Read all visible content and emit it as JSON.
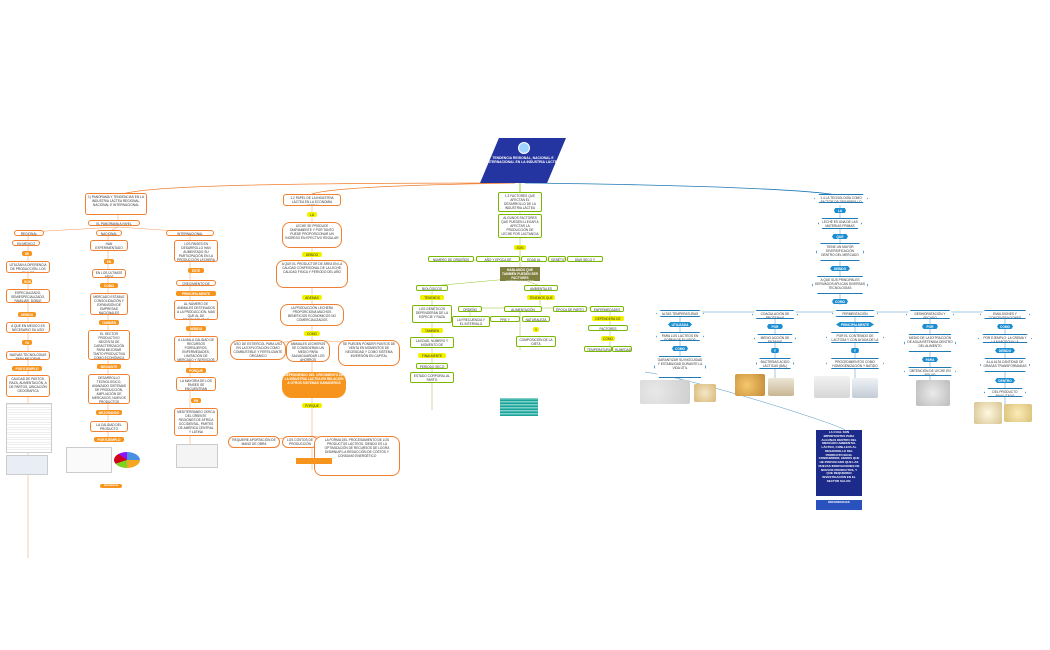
{
  "root": {
    "title": "TENDENCIA REGIONAL, NACIONAL E INTERNACIONAL EN LA INDUSTRIA LÁCTEA"
  },
  "colors": {
    "orange": "#f08030",
    "green": "#7ab800",
    "teal": "#1aa39a",
    "blue": "#1f7ab5",
    "navy": "#1c2b8a"
  },
  "b1": {
    "header": "1) PANORAMA Y TENDENCIAS EN LA INDUSTRIA LÁCTEA REGIONAL, NACIONAL E INTERNACIONAL",
    "sub": "EL PANORAMA A NIVEL",
    "regional": "REGIONAL",
    "nacional": "NACIONAL",
    "internacional": "INTERNACIONAL",
    "r1": "EN MEXICO",
    "r2": "SE",
    "r3": "UTILIZAN A DIFERENCIA DE PRODUCCIÓN, LOS CUALES",
    "r4": "SON",
    "r5": "ESPECIALIZADO, SEMIESPECIALIZADO, FAMILIAR, DOBLE PROPÓSITO",
    "r6": "DEBIDO",
    "r7": "A QUE EN MEXICO ES NECESARIO SU USO",
    "r8": "YA",
    "r9": "NUEVAS TECNOLOGIAS PARA MEJORAR",
    "r10": "POR EJEMPLO",
    "r11": "CALIDAD DE PASTOS, RAZA, ALIMENTACIÓN, A DE PARTOS, UBICACIÓN GEOGRAFICA",
    "n1": "HAN EXPERIMENTADO CAMBIOS MUY IMPORTANTES",
    "n2": "EN",
    "n3": "EN LOS ÚLTIMOS AÑOS",
    "n4": "COMO",
    "n5": "MERCADO ESTABLE CONSOLIDACIÓN Y EXPANSIÓN DE EMPRESAS NACIONALES",
    "n6": "TAMBIEN",
    "n7": "EL SECTOR PRODUCTIVO NECESITA DE CARACTERIZACIÓN PARA MEJORAR TANTO PRODUCTIVA COMO ECONÓMICA",
    "n8": "MEDIANTE",
    "n9": "DESARROLLO TECNOLOGICO, AVANZADO SISTEMAS DE PRODUCCIÓN, AMPLIACIÓN DE MERCADOS, NUEVOS PRODUCTOS",
    "n10": "MEJORANDO",
    "n11": "LA CALIDAD DEL PRODUCTO OFRECIDO",
    "n12": "POR EJEMPLO",
    "i1": "LOS PAISES EN DESARROLLO HAN AUMENTADO SU PARTICIPACIÓN EN LA PRODUCCIÓN LECHERA MUNDIAL",
    "i2": "ESTE",
    "i3": "CRECIMIENTO DE GRAN",
    "i4": "PRINCIPALMENTE",
    "i5": "AL NÚMERO DE ANIMALES DESTINADOS A LA PRODUCCIÓN, MAS QUE AL DE PRODUCTIVIDAD",
    "i6": "DEBIDO",
    "i7": "A LA MALA CALIDAD DE RECURSOS FORRAJEROS, ENFERMEDADES, LIMITACIÓN DE MERCADO Y SERVICIOS CLIMATOLOGICA",
    "i8": "PORQUE",
    "i9": "LA MAYORIA DE LOS PAISES SE ENCUENTRAN SITUADOS",
    "i10": "EN",
    "i11": "MEDITERRANEO CERCA DEL ORIENTE REGIONES DE ÁFRICA OCCIDENTAL, PARTES DE AMÉRICA CENTRAL Y LATINA",
    "ref": "REFERENCIA"
  },
  "b2": {
    "header": "1.2 PAPEL DE LA INDUSTRIA LÁCTEA EN LA ECONOMÍA LABORAL",
    "c1": "LA",
    "c2": "LECHE SE PRODUCE DIARIAMENTE Y POR TANTO PUEDE PROPORCIONAR UN INGRESO EN EFECTIVO REGULAR",
    "c3": "DEBIDO",
    "c4": "A QUE EL PRODUCTOR DE ÁREA EN LA CALIDAD CONFESIONAL DE LA LECHE, CALIDAD FISICA Y PERIODO DEL AÑO",
    "c5": "ADEMAS",
    "c6": "LA PRODUCCIÓN LECHERA PROPORCIONA MUCHOS BENEFICIOS ECONOMICOS NO COMERCIALIZADOS",
    "c7": "COMO",
    "c8": "USO DE ESTIERCOL PARA USO EN LA EXPLOTACIÓN COMO COMBUSTIBLE Y FERTILIZANTE ORGÁNICO",
    "c9": "ANIMALES LECHEROS SE CONSIDERAN UN MEDIO PARA SALVAGUARDAR LOS AHORROS",
    "c10": "SE PUEDEN PONDER PUNTOS DE VENTA EN MOMENTOS DE NECESIDAD Y COMO SISTEMA INVERSIÓN EN CAPITAL",
    "c11": "DEPENDIENDO DEL CRECIMIENTO DE LA INDUSTRIA LACTEA EN RELACIÓN A OTROS SISTEMAS GANADEROS",
    "c12": "PORQUE",
    "c13": "REQUIERE APORTACIÓN DE MANO DE OBRA",
    "c14": "LOS COSTOS DE PRODUCCIÓN",
    "c15": "LA FORMA DEL PROCESAMIENTO DE LOS PRODUCTOS LÁCTEOS, SIENDO ES LA OPTIMIZACIÓN DE RECURSOS DE LOGRA DISMINUIR LA REDUCCIÓN DE COSTOS Y CONSUMO ENERGÉTICO"
  },
  "b3": {
    "header": "1.3 FACTORES QUE AFECTAN EL DESARROLLO DE LA INDUSTRIA LÁCTEA",
    "c1": "ALGUNOS FACTORES QUE PUEDEN LLEGAR A AFECTAR LA PRODUCCIÓN DE LECHE POR LACTANCIA",
    "c2": "SON",
    "f1": "NUMERO DE ORDEÑOS",
    "f2": "AÑO Y EPOCA DE PARTO",
    "f3": "EDAD AL PARTO",
    "f4": "GENÉTICA",
    "f5": "DÍAS SECO Y VACIAS",
    "olive": "HABLANDO QUE TAMBIÉN PUEDEN SER FACTORES DETERMINANTES",
    "bio": "BIOLÓGICOS",
    "amb": "AMBIENTALES",
    "ten1": "TENEMOS",
    "ten2": "TENEMOS QUE",
    "g1": "LOS GENÉTICOS DEPENDERÁN DE LA ESPECIE Y RAZA",
    "g2": "TAMBIEN",
    "g3": "LA EDAD, NÚMERO Y MOMENTO DE LACTANCIA",
    "g4": "FINALMENTE",
    "g5": "PERIODO SECO",
    "g6": "ESTADO CORPORAL AL PARTO",
    "e1": "ORDEÑO",
    "e2": "ALIMENTACIÓN",
    "e3": "ÉPOCA DE PARTO",
    "e4": "ENFERMEDADES",
    "e5": "LA FRECUENCIA Y EL INTERVALO",
    "e6": "PRE Y POSPARTO",
    "e7": "NATURALEZA",
    "e8": "Y",
    "e9": "COMPOSICIÓN DE LA DIETA",
    "e10": "DEPENDERÁ DE",
    "e11": "FACTORES CLIMÁTICOS",
    "e12": "COMO",
    "e13": "TEMPERATURA",
    "e14": "HUMEDAD"
  },
  "b4": {
    "header": "1.4 LA TECNOLOGÍA COMO FACTOR DE DESARROLLO",
    "c1": "LA",
    "c2": "LECHE ES UNA DE LAS MATERIAS PRIMAS",
    "c3": "QUE",
    "c4": "TIENE UN MAYOR DIVERSIFICACIÓN DENTRO DEL MERCADO",
    "c5": "DEBIDO",
    "c6": "A QUE SUS PRINCIPALES DERIVADOS APLICAN DIVERSAS TECNOLOGÍAS",
    "c7": "COMO",
    "t1": "ALTAS TEMPERATURAS",
    "t2": "COAGULACIÓN DE PROTEINAS",
    "t3": "FERMENTACIÓN",
    "t4": "DESHIDRATACIÓN Y SECADO",
    "t5": "EMULSIONES Y CONCENTRACIONES",
    "u1": "UTILIZADA",
    "u2": "POR",
    "u3": "PRINCIPALMENTE",
    "u4": "POR",
    "u5": "COMO",
    "v1": "PARA LOS LÁCTEOS EN FORMA DE FLUIDOS",
    "v2": "MEDIO ACCIÓN DE ENZIMAS",
    "v3": "POR EL CONTENIDO DE LACTOSA Y CON AYUDA DE LA SAL",
    "v4": "MEDIO DE LA EXTRACCIÓN DE AGUA RETENIDA DENTRO DEL ALIMENTO",
    "v5": "POR EJEMPLO: LA CREMA Y LA MANTEQUILLA",
    "w1": "COMO",
    "w2": "Y",
    "w3": "Y",
    "w4": "PARA",
    "w5": "DEBIDO",
    "x1": "GARANTIZAR SU INOCUIDAD Y ESTABILIDAD DURANTE LA VIDA ÚTIL",
    "x2": "BACTERIAS ACIDO LÁCTICAS (BAL)",
    "x3": "PROCEDIMIENTOS COMO HOMOGENIZACIÓN Y BATIDO",
    "x4": "OBTENCIÓN DE LECHE EN POLVO",
    "x5": "A LA ALTA CANTIDAD DE GRASAS TRANSFORMADAS",
    "x6": "DENTRO",
    "x7": "DEL PRODUCTO FINALIZADO",
    "navy": "LA CUAL SON IMPORTANTES PARA ALGUNAS DENTRO DEL MERCADO AMBIENTAL LÁCTEO, CONLLEVA AL DESARROLLO DEL PRODUCTO EN EL CONSUMIDOR, HEMOS QUE HE PROVOCADO QUE LAS NUEVAS INNOVACIONES DE NUEVOS PRODUCTOS, Y QUE REQUIEREN INVESTIGACIÓN EN EL SECTOR SALUD.",
    "navy2": "REFERENCIAS"
  }
}
